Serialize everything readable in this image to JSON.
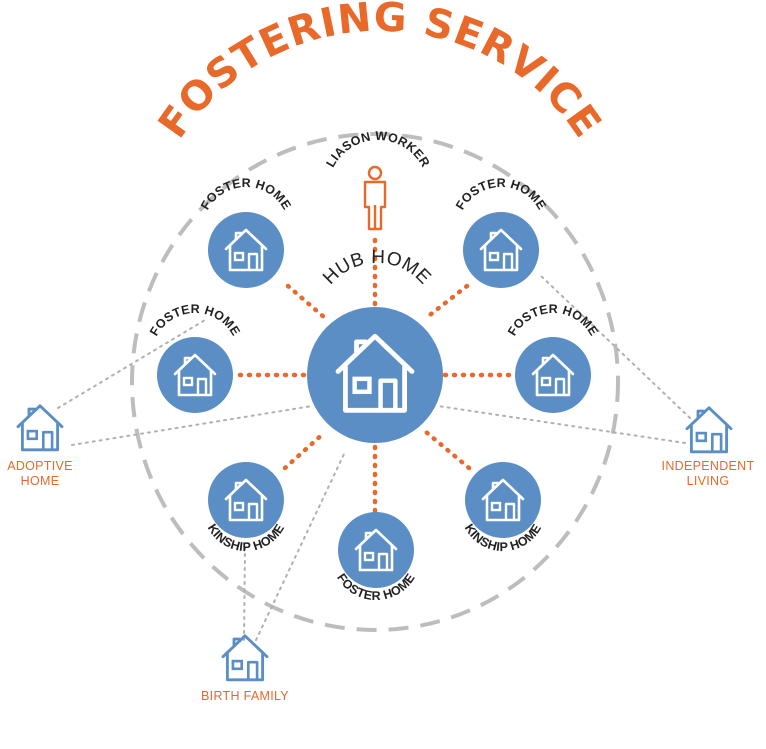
{
  "title": "FOSTERING SERVICE",
  "hub": {
    "label": "HUB HOME"
  },
  "liaison": {
    "label": "LIASON WORKER"
  },
  "foster_homes": [
    {
      "label": "FOSTER HOME"
    },
    {
      "label": "FOSTER HOME"
    },
    {
      "label": "FOSTER HOME"
    },
    {
      "label": "FOSTER HOME"
    },
    {
      "label": "FOSTER HOME"
    }
  ],
  "kinship_homes": [
    {
      "label": "KINSHIP HOME"
    },
    {
      "label": "KINSHIP HOME"
    }
  ],
  "outer_nodes": {
    "adoptive_line1": "ADOPTIVE",
    "adoptive_line2": "HOME",
    "independent_line1": "INDEPENDENT",
    "independent_line2": "LIVING",
    "birth_family": "BIRTH FAMILY"
  },
  "colors": {
    "orange": "#e8692a",
    "blue": "#5b8ec4",
    "grey": "#bdbdbd",
    "dotted": "#b0b0b0",
    "text": "#222222"
  },
  "icons": {
    "house": "house-icon",
    "person": "person-icon"
  }
}
